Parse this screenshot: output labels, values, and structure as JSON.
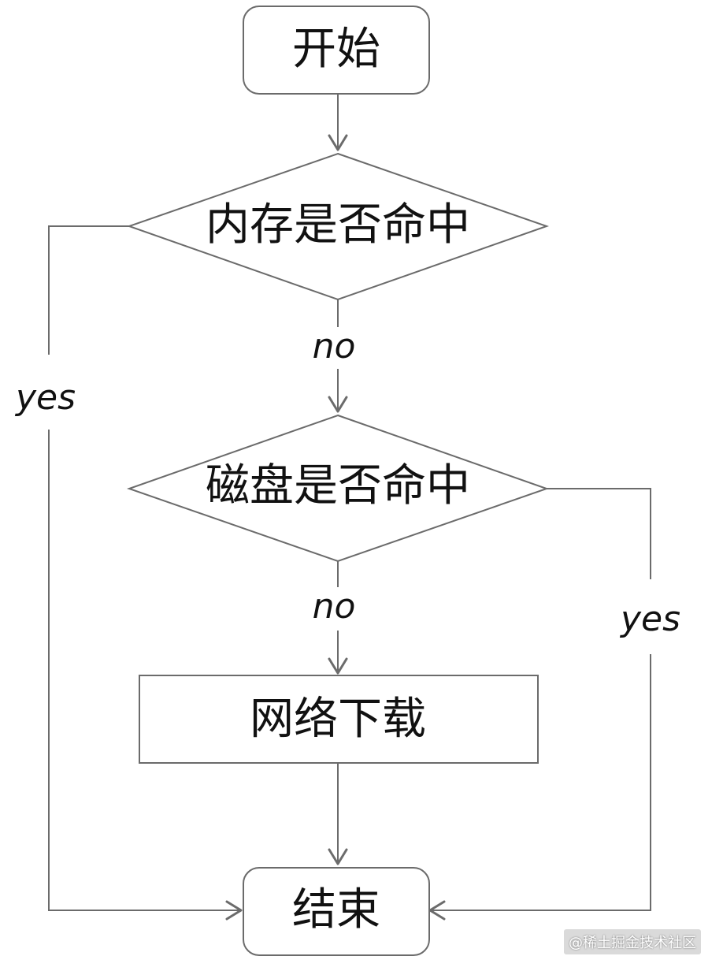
{
  "nodes": {
    "start": {
      "label": "开始"
    },
    "memory_check": {
      "label": "内存是否命中"
    },
    "disk_check": {
      "label": "磁盘是否命中"
    },
    "download": {
      "label": "网络下载"
    },
    "end": {
      "label": "结束"
    }
  },
  "edges": {
    "memory_no": {
      "label": "no"
    },
    "memory_yes": {
      "label": "yes"
    },
    "disk_no": {
      "label": "no"
    },
    "disk_yes": {
      "label": "yes"
    }
  },
  "colors": {
    "stroke": "#6b6b6b",
    "text": "#111111",
    "background": "#ffffff"
  },
  "watermark": "@稀土掘金技术社区"
}
